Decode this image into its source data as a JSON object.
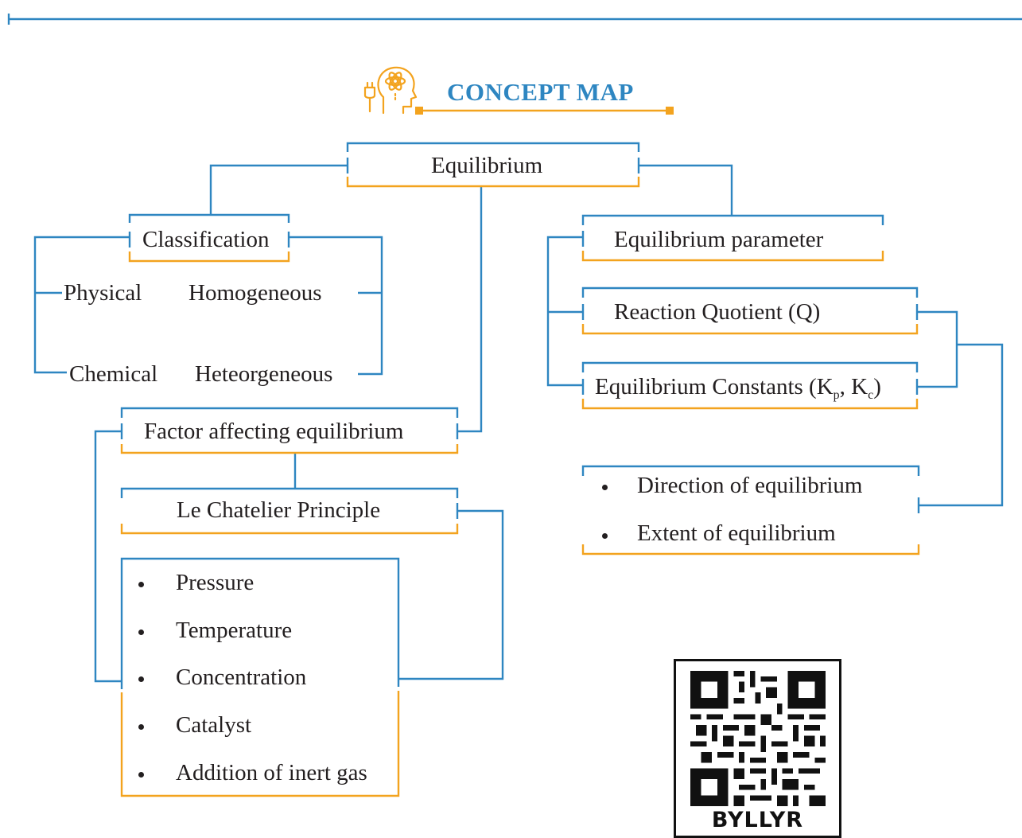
{
  "header": {
    "title": "CONCEPT MAP",
    "icon": "brain-idea-icon"
  },
  "nodes": {
    "equilibrium": "Equilibrium",
    "classification": "Classification",
    "physical": "Physical",
    "chemical": "Chemical",
    "homogeneous": "Homogeneous",
    "heterogeneous": "Heteorgeneous",
    "factor": "Factor affecting equilibrium",
    "le_chatelier": "Le Chatelier Principle",
    "factors_list": [
      "Pressure",
      "Temperature",
      "Concentration",
      "Catalyst",
      "Addition of inert gas"
    ],
    "eq_parameter": "Equilibrium parameter",
    "reaction_quotient": "Reaction Quotient (Q)",
    "eq_constants": {
      "prefix": "Equilibrium Constants (K",
      "sub_p": "p",
      "mid": ", K",
      "sub_c": "c",
      "suffix": ")"
    },
    "applications_list": [
      "Direction of equilibrium",
      "Extent of equilibrium"
    ]
  },
  "qr": {
    "code_label": "BYLLYR"
  },
  "colors": {
    "blue": "#2e86c1",
    "orange": "#f3a31e",
    "text": "#231f20"
  }
}
